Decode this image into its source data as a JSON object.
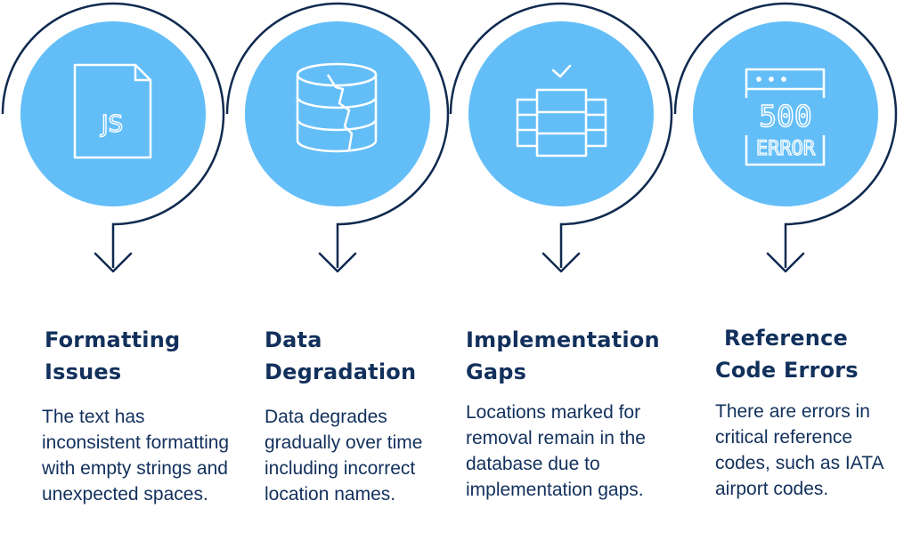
{
  "colors": {
    "circle": "#63bef8",
    "line": "#0f2a4f",
    "icon": "#ffffff"
  },
  "steps": [
    {
      "icon": "javascript-file-icon",
      "icon_text": "JS",
      "title_line1": "Formatting",
      "title_line2": "Issues",
      "description": "The text has inconsistent formatting with empty strings and unexpected spaces."
    },
    {
      "icon": "cracked-database-icon",
      "title_line1": "Data",
      "title_line2": "Degradation",
      "description": "Data degrades gradually over time including incorrect location names."
    },
    {
      "icon": "server-checkmark-icon",
      "title_line1": "Implementation",
      "title_line2": "Gaps",
      "description": "Locations marked for removal remain in the database due to implementation gaps."
    },
    {
      "icon": "browser-500-error-icon",
      "icon_text_1": "500",
      "icon_text_2": "ERROR",
      "title_line1": "Reference",
      "title_line2": "Code Errors",
      "description": "There are errors in critical reference codes, such as IATA airport codes."
    }
  ]
}
